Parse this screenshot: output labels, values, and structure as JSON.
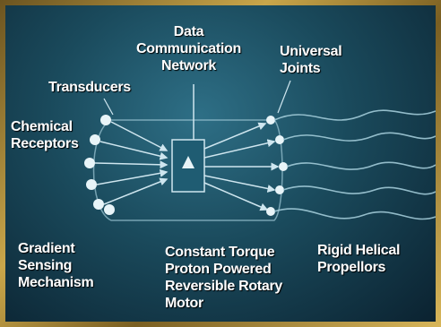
{
  "labels": {
    "data_network": [
      "Data",
      "Communication",
      "Network"
    ],
    "universal_joints": [
      "Universal",
      "Joints"
    ],
    "transducers": [
      "Transducers"
    ],
    "chemical_receptors": [
      "Chemical",
      "Receptors"
    ],
    "gradient_sensing": [
      "Gradient",
      "Sensing",
      "Mechanism"
    ],
    "motor": [
      "Constant Torque",
      "Proton Powered",
      "Reversible Rotary",
      "Motor"
    ],
    "propellors": [
      "Rigid Helical",
      "Propellors"
    ]
  },
  "colors": {
    "frame": "#c9a64a",
    "background": "#1a4a5c",
    "arrows": "#cfe6ef",
    "text": "#ffffff"
  }
}
